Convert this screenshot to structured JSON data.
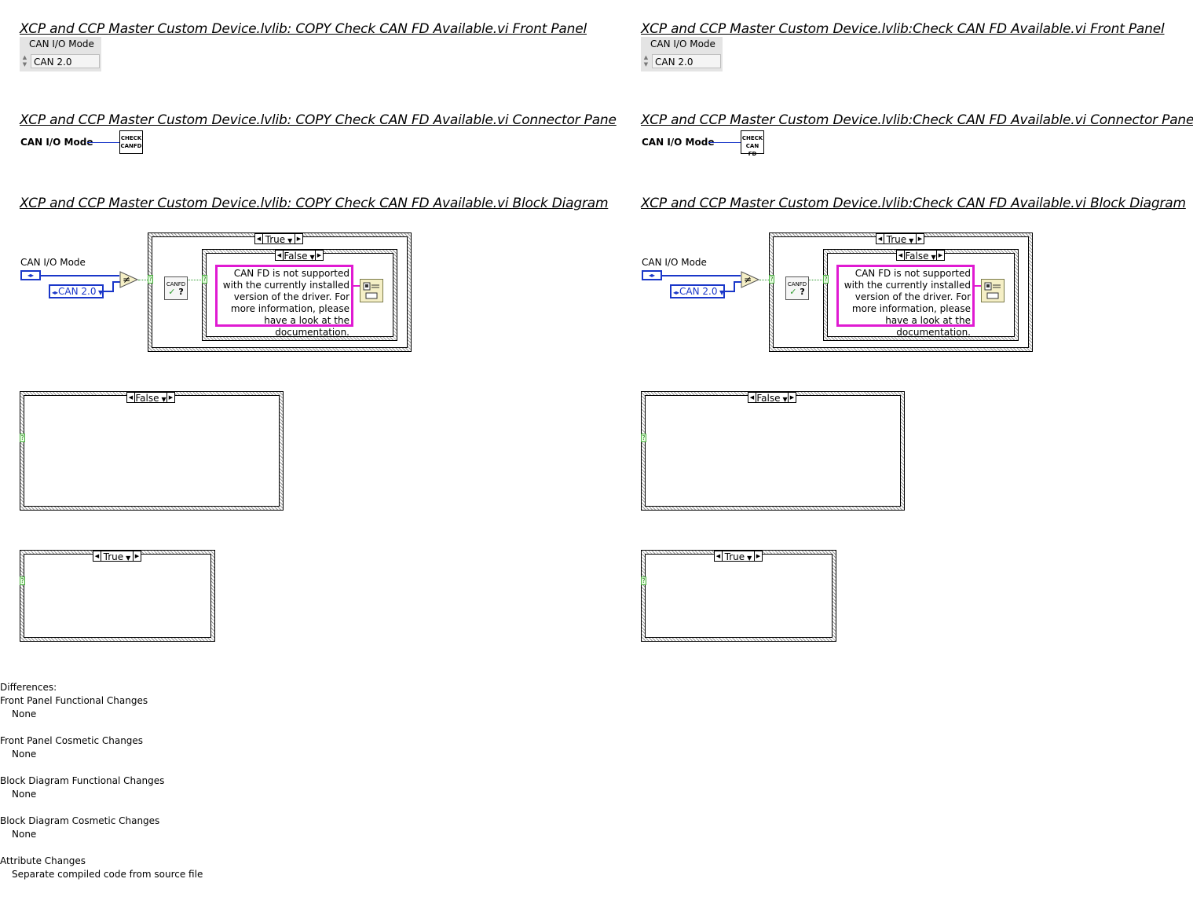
{
  "left": {
    "fp_heading": "XCP and CCP Master Custom Device.lvlib:  COPY  Check CAN FD Available.vi Front Panel",
    "cp_heading": "XCP and CCP Master Custom Device.lvlib:  COPY  Check CAN FD Available.vi Connector Pane",
    "bd_heading": "XCP and CCP Master Custom Device.lvlib:  COPY  Check CAN FD Available.vi Block Diagram"
  },
  "right": {
    "fp_heading": "XCP and CCP Master Custom Device.lvlib:Check CAN FD Available.vi Front Panel",
    "cp_heading": "XCP and CCP Master Custom Device.lvlib:Check CAN FD Available.vi Connector Pane",
    "bd_heading": "XCP and CCP Master Custom Device.lvlib:Check CAN FD Available.vi Block Diagram"
  },
  "control": {
    "label": "CAN I/O Mode",
    "value": "CAN 2.0"
  },
  "connector": {
    "terminal_label": "CAN I/O Mode",
    "icon_line1": "CHECK",
    "icon_line2": "CANFD",
    "icon_line2_alt": "CAN FD"
  },
  "diagram": {
    "terminal_label": "CAN I/O Mode",
    "enum_constant": "CAN 2.0",
    "outer_case": "True",
    "inner_case": "False",
    "canfd_icon": "CANFD",
    "message": "CAN FD is not supported with the currently installed version of the driver. For more information, please have a look at the documentation.",
    "case_false": "False",
    "case_true": "True",
    "not_equal_symbol": "≠",
    "question_mark": "?"
  },
  "differences": {
    "title": "Differences:",
    "sections": [
      {
        "heading": "Front Panel Functional Changes",
        "value": "None"
      },
      {
        "heading": "Front Panel Cosmetic Changes",
        "value": "None"
      },
      {
        "heading": "Block Diagram Functional Changes",
        "value": "None"
      },
      {
        "heading": "Block Diagram Cosmetic Changes",
        "value": "None"
      },
      {
        "heading": "Attribute Changes",
        "value": "Separate compiled code from source file"
      }
    ]
  },
  "colors": {
    "enum_blue": "#1a37c9",
    "string_pink": "#e01ad2",
    "bool_green": "#2e9a2e"
  },
  "icons": [
    "enum-icon",
    "not-equal-icon",
    "canfd-check-icon",
    "dialog-icon",
    "spin-arrows-icon"
  ]
}
